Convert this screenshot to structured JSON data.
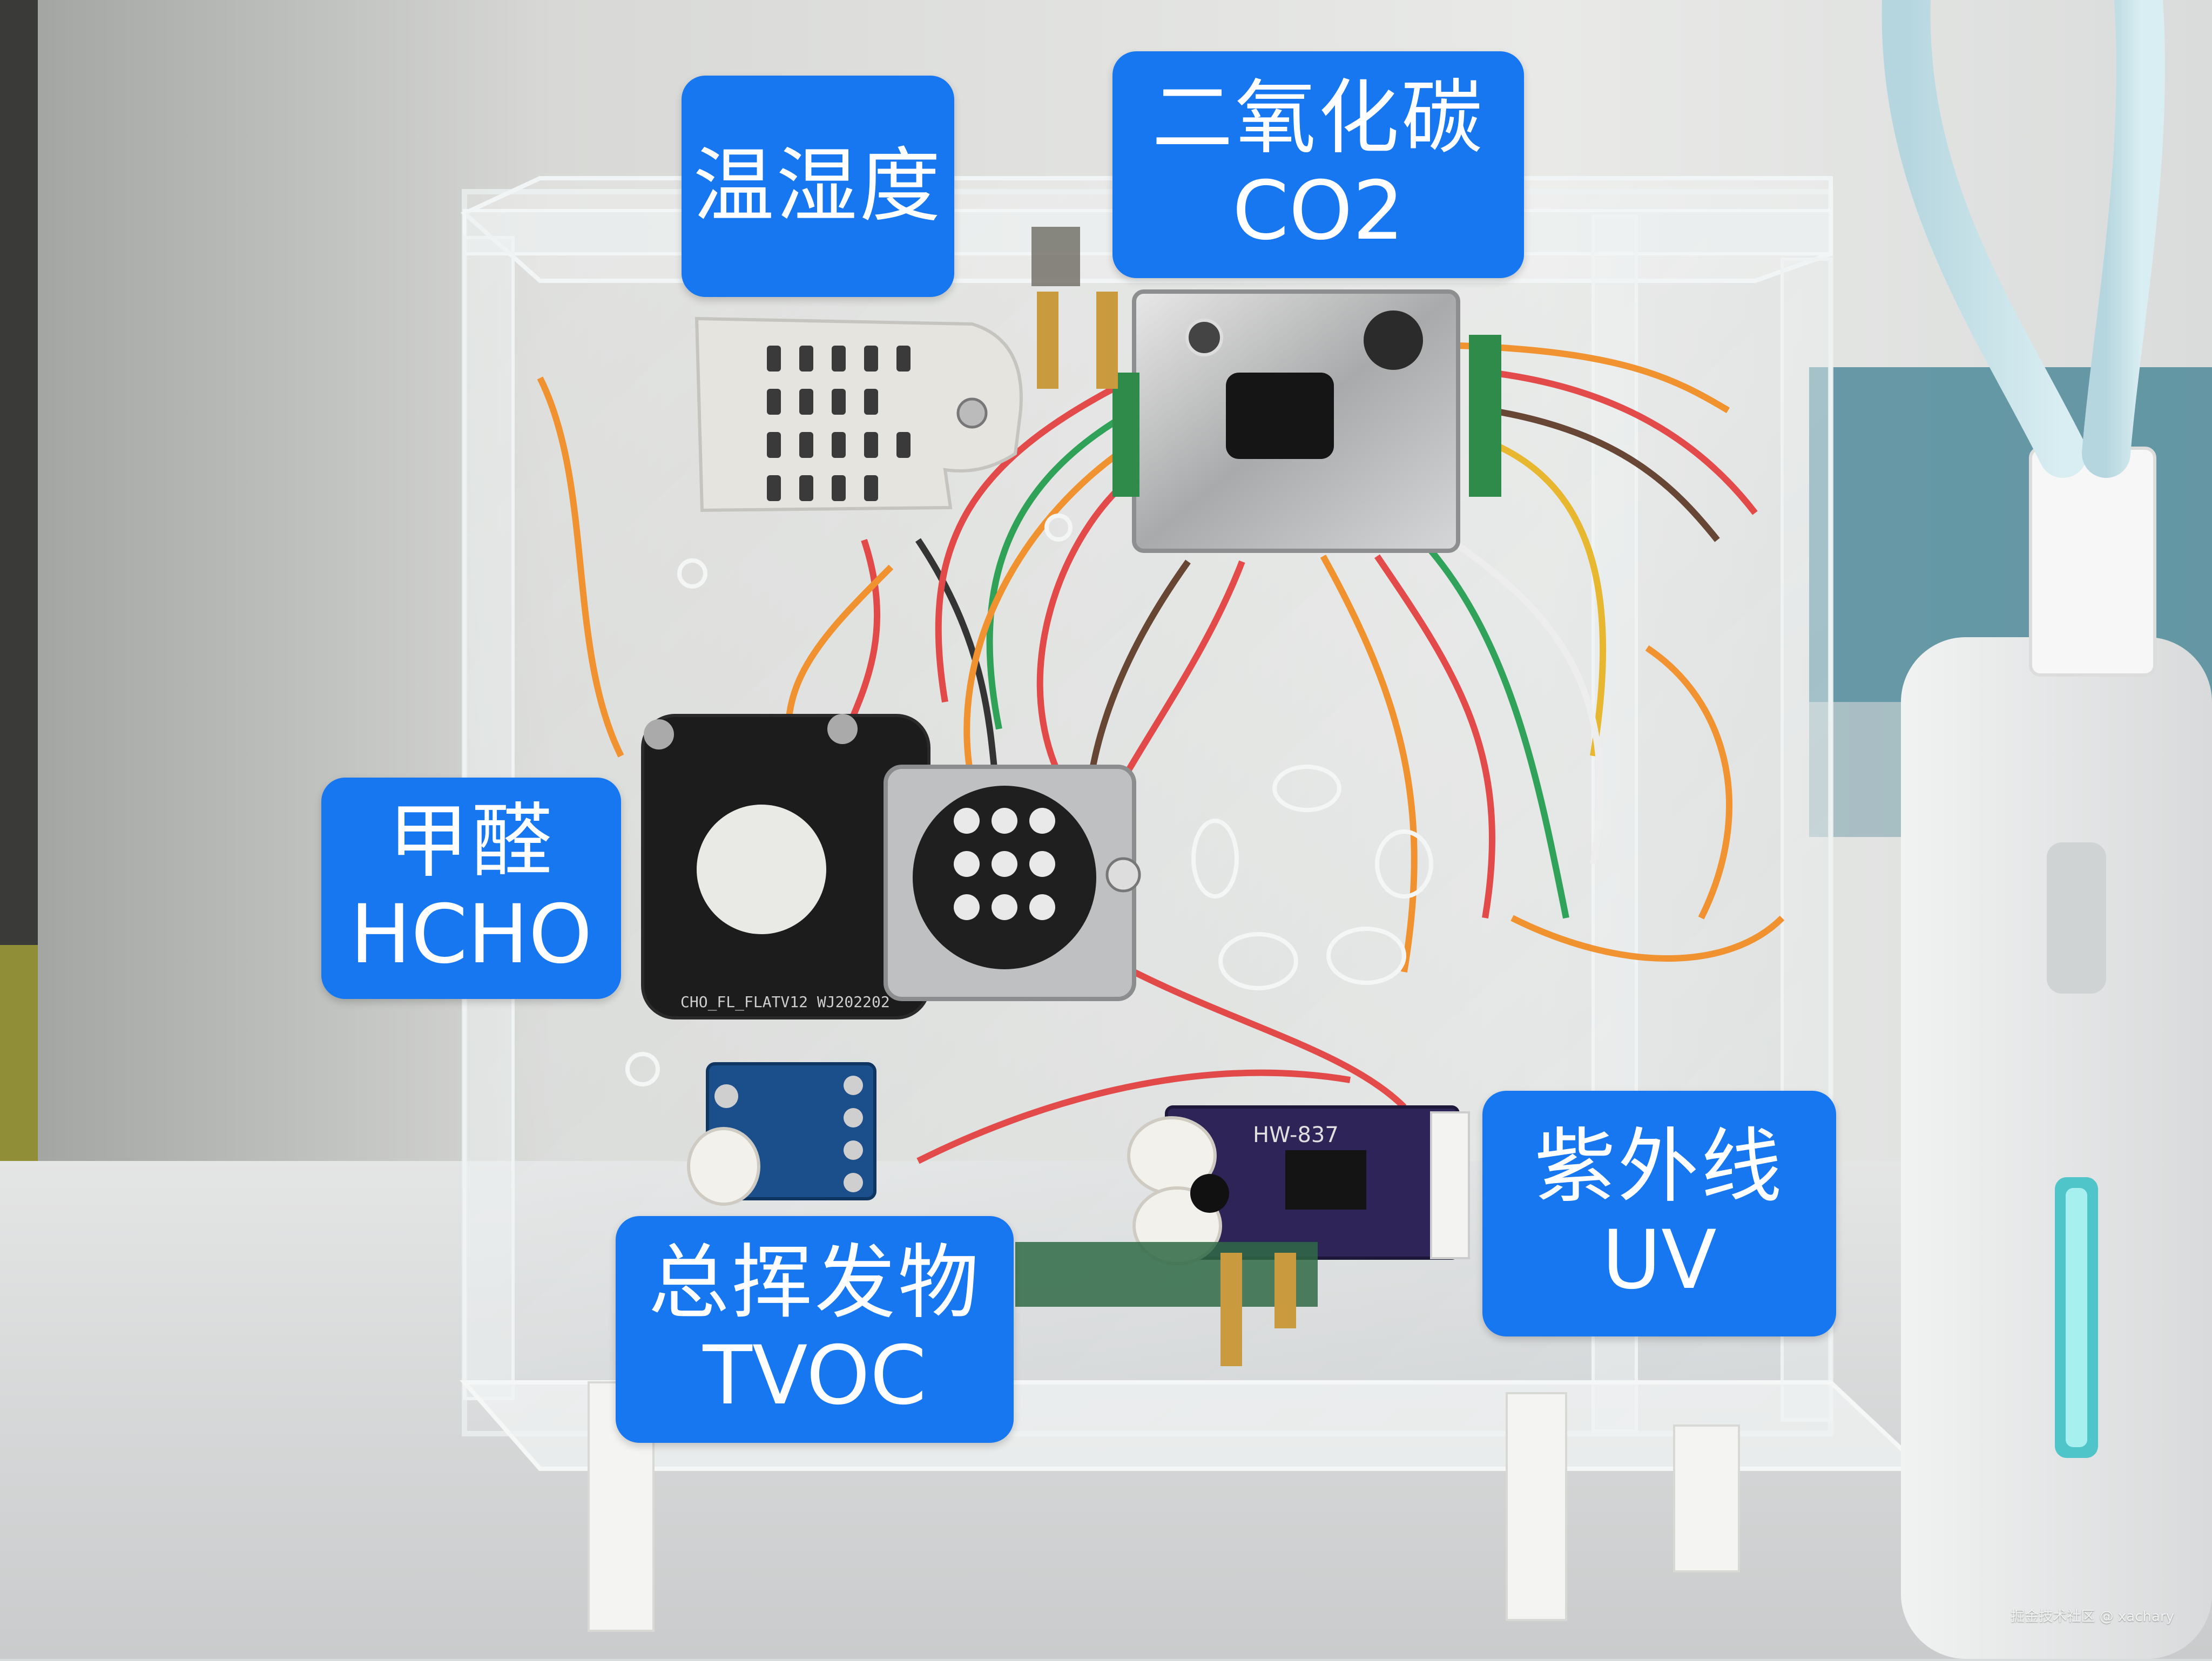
{
  "labels": {
    "temp_humidity": {
      "cn": "温湿度"
    },
    "co2": {
      "cn": "二氧化碳",
      "en": "CO2"
    },
    "hcho": {
      "cn": "甲醛",
      "en": "HCHO"
    },
    "tvoc": {
      "cn": "总挥发物",
      "en": "TVOC"
    },
    "uv": {
      "cn": "紫外线",
      "en": "UV"
    }
  },
  "watermark": "掘金技术社区 @ xachary",
  "colors": {
    "label_bg": "#1677f0",
    "label_text": "#ffffff"
  }
}
